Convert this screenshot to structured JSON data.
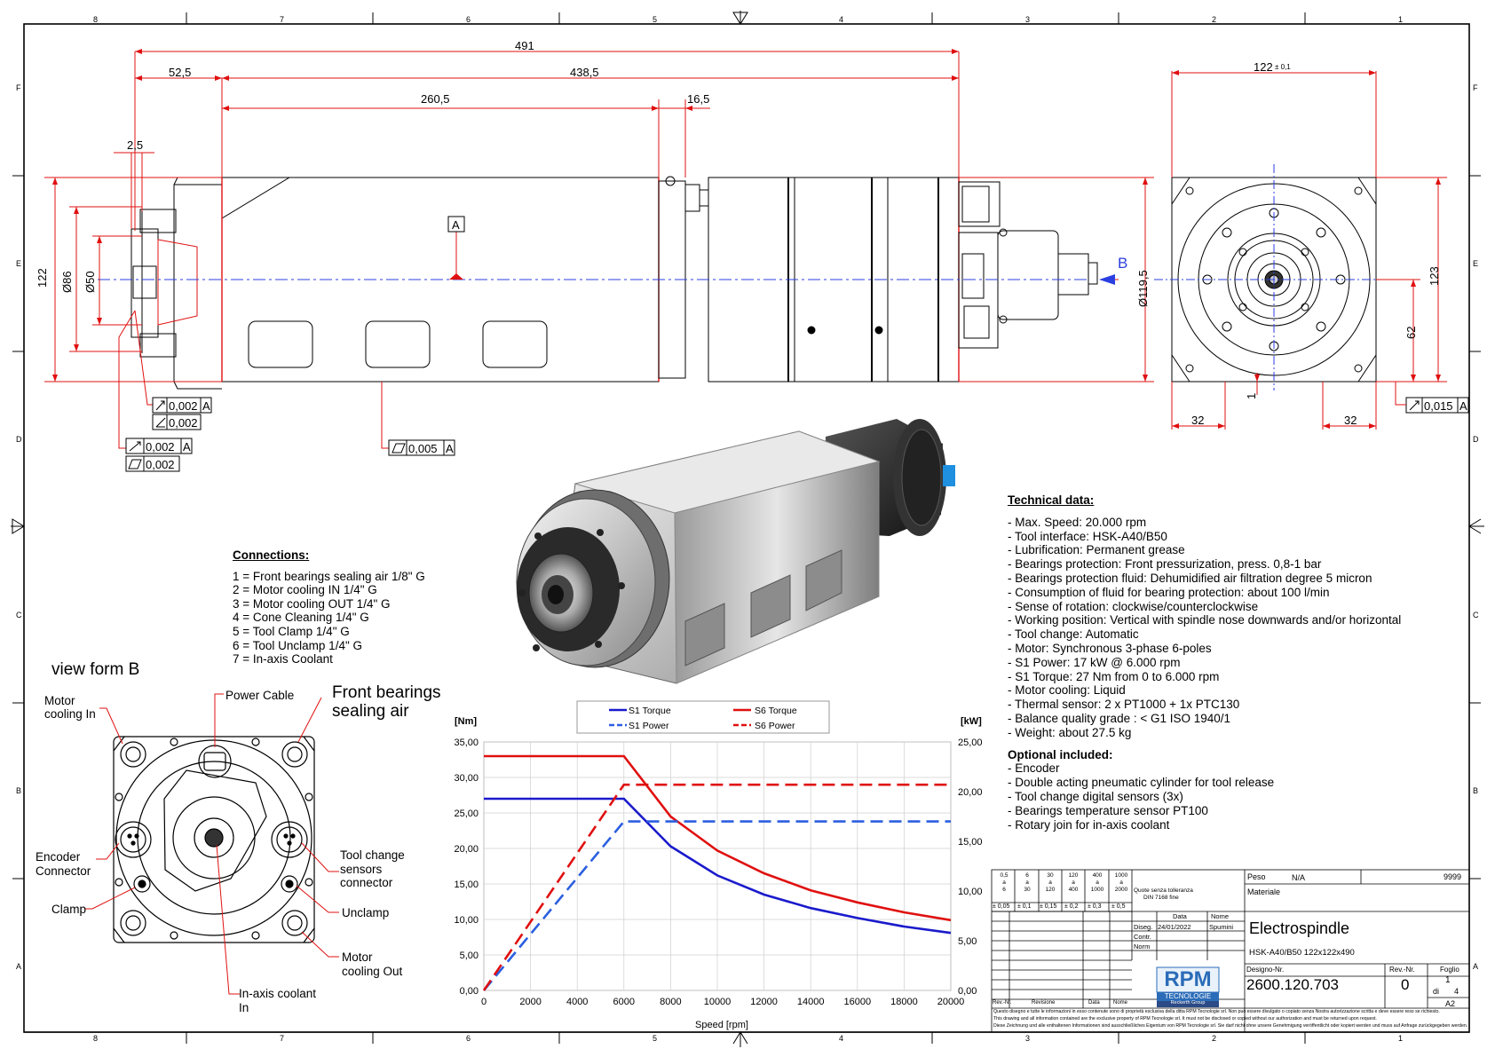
{
  "frame": {
    "cols_top": [
      "8",
      "7",
      "6",
      "5",
      "4",
      "3",
      "2",
      "1"
    ],
    "cols_bottom": [
      "8",
      "7",
      "6",
      "5",
      "4",
      "3",
      "2",
      "1"
    ],
    "rows": [
      "F",
      "E",
      "D",
      "C",
      "B",
      "A"
    ]
  },
  "dimensions": {
    "d491": "491",
    "d52_5": "52,5",
    "d438_5": "438,5",
    "d260_5": "260,5",
    "d16_5": "16,5",
    "d2_5": "2,5",
    "d122_left": "122",
    "d86": "Ø86",
    "d50": "Ø50",
    "d119_5": "Ø119,5",
    "d122_top": "122",
    "d122_tol": "± 0,1",
    "d123": "123",
    "d62": "62",
    "d1": "1",
    "d32_left": "32",
    "d32_right": "32",
    "section_a": "A",
    "view_b": "B"
  },
  "tolerances": {
    "t1_val": "0,002",
    "t1_ref": "A",
    "t2_val": "0,002",
    "t3_val": "0,002",
    "t3_ref": "A",
    "t4_val": "0,002",
    "t5_val": "0,005",
    "t5_ref": "A",
    "t6_val": "0,015",
    "t6_ref": "A"
  },
  "connections": {
    "title": "Connections:",
    "items": [
      "1 = Front bearings sealing air 1/8\" G",
      "2 = Motor cooling IN 1/4\" G",
      "3 = Motor cooling OUT 1/4\" G",
      "4 = Cone Cleaning 1/4\" G",
      "5 = Tool Clamp 1/4\" G",
      "6 = Tool Unclamp 1/4\" G",
      "7 = In-axis Coolant"
    ]
  },
  "view_b": {
    "title": "view form B",
    "motor_cooling_in": [
      "Motor",
      "cooling In"
    ],
    "power_cable": "Power Cable",
    "front_bearings": [
      "Front bearings",
      "sealing air"
    ],
    "encoder": [
      "Encoder",
      "Connector"
    ],
    "clamp": "Clamp",
    "tool_change": [
      "Tool change",
      "sensors",
      "connector"
    ],
    "unclamp": "Unclamp",
    "motor_cooling_out": [
      "Motor",
      "cooling Out"
    ],
    "in_axis": [
      "In-axis coolant",
      "In"
    ]
  },
  "technical": {
    "title": "Technical data:",
    "items": [
      "- Max. Speed: 20.000 rpm",
      "- Tool interface: HSK-A40/B50",
      "- Lubrification: Permanent grease",
      "- Bearings protection: Front pressurization, press. 0,8-1 bar",
      "- Bearings protection fluid: Dehumidified air filtration degree 5 micron",
      "- Consumption of fluid for bearing protection: about 100 l/min",
      "- Sense of rotation: clockwise/counterclockwise",
      "- Working position: Vertical with spindle nose downwards and/or horizontal",
      "- Tool change: Automatic",
      "- Motor: Synchronous 3-phase 6-poles",
      "- S1 Power: 17 kW @ 6.000 rpm",
      "- S1 Torque: 27 Nm from 0 to 6.000 rpm",
      "- Motor cooling: Liquid",
      "- Thermal sensor: 2 x PT1000 + 1x PTC130",
      "- Balance quality grade : < G1 ISO 1940/1",
      "- Weight: about 27.5 kg"
    ],
    "optional_title": "Optional included:",
    "optional_items": [
      "- Encoder",
      "- Double acting pneumatic cylinder for tool release",
      "- Tool change digital sensors (3x)",
      "- Bearings temperature sensor PT100",
      "- Rotary join for in-axis coolant"
    ]
  },
  "chart_data": {
    "type": "line",
    "xlabel": "Speed [rpm]",
    "ylabel_left": "[Nm]",
    "ylabel_right": "[kW]",
    "xlim": [
      0,
      20000
    ],
    "ylim_left": [
      0,
      35
    ],
    "ylim_right": [
      0,
      25
    ],
    "x_ticks": [
      "0",
      "2000",
      "4000",
      "6000",
      "8000",
      "10000",
      "12000",
      "14000",
      "16000",
      "18000",
      "20000"
    ],
    "y_left_ticks": [
      "0,00",
      "5,00",
      "10,00",
      "15,00",
      "20,00",
      "25,00",
      "30,00",
      "35,00"
    ],
    "y_right_ticks": [
      "0,00",
      "5,00",
      "10,00",
      "15,00",
      "20,00",
      "25,00"
    ],
    "legend_position": "top",
    "grid": true,
    "series": [
      {
        "name": "S1 Torque",
        "axis": "left",
        "style": "solid",
        "color": "#1a1acc",
        "x": [
          0,
          6000,
          8000,
          10000,
          12000,
          14000,
          16000,
          18000,
          20000
        ],
        "y": [
          27,
          27,
          20.3,
          16.2,
          13.5,
          11.6,
          10.2,
          9.0,
          8.1
        ]
      },
      {
        "name": "S6 Torque",
        "axis": "left",
        "style": "solid",
        "color": "#e01010",
        "x": [
          0,
          6000,
          8000,
          10000,
          12000,
          14000,
          16000,
          18000,
          20000
        ],
        "y": [
          33,
          33,
          24.5,
          19.7,
          16.5,
          14.1,
          12.4,
          11.0,
          9.9
        ]
      },
      {
        "name": "S1 Power",
        "axis": "right",
        "style": "dashed",
        "color": "#2b5fe0",
        "x": [
          0,
          6000,
          8000,
          10000,
          12000,
          14000,
          16000,
          18000,
          20000
        ],
        "y": [
          0,
          17,
          17,
          17,
          17,
          17,
          17,
          17,
          17
        ]
      },
      {
        "name": "S6 Power",
        "axis": "right",
        "style": "dashed",
        "color": "#e01010",
        "x": [
          0,
          6000,
          8000,
          10000,
          12000,
          14000,
          16000,
          18000,
          20000
        ],
        "y": [
          0,
          20.7,
          20.7,
          20.7,
          20.7,
          20.7,
          20.7,
          20.7,
          20.7
        ]
      }
    ]
  },
  "title_block": {
    "tol_ranges": [
      "0,5\na\n6",
      "6\na\n30",
      "30\na\n120",
      "120\na\n400",
      "400\na\n1000",
      "1000\na\n2000"
    ],
    "tol_values": [
      "± 0,05",
      "± 0,1",
      "± 0,15",
      "± 0,2",
      "± 0,3",
      "± 0,5"
    ],
    "quote": "Quote senza tolleranza",
    "quote2": "DIN 7168 fine",
    "peso_label": "Peso",
    "peso_value": "N/A",
    "sheet_code": "9999",
    "materiale": "Materiale",
    "data_label": "Data",
    "nome_label": "Nome",
    "diseg": "Diseg.",
    "diseg_date": "24/01/2022",
    "diseg_name": "Spumini",
    "contr": "Contr.",
    "norm": "Norm",
    "title": "Electrospindle",
    "subtitle": "HSK-A40/B50 122x122x490",
    "logo": "RPM",
    "logo_sub": "TECNOLOGIE",
    "logo_group": "Reckerth Group",
    "designo_label": "Designo-Nr.",
    "designo": "2600.120.703",
    "rev_label": "Rev.-Nr.",
    "rev": "0",
    "foglio_label": "Foglio",
    "foglio": "1",
    "di": "di",
    "di_n": "4",
    "format": "A2",
    "revnr": "Rev.-Nr.",
    "revisione": "Revisione",
    "data": "Data",
    "nome": "Nome",
    "disclaimer1": "Questo disegno e tutte le informazioni in esso contenute sono di proprietà esclusiva della ditta RPM Tecnologie srl. Non può essere divulgato o copiato senza Nostra autorizzazione scritta e deve essere reso se richiesto.",
    "disclaimer2": "This drawing and all information contained are the exclusive property of RPM Tecnologie srl. It must not be disclosed or copied without our authorization and must be returned upon request.",
    "disclaimer3": "Diese Zeichnung und alle enthaltenen Informationen sind ausschließliches Eigentum von RPM Tecnologie srl. Sie darf nicht ohne unsere Genehmigung veröffentlicht oder kopiert werden und muss auf Anfrage zurückgegeben werden."
  }
}
